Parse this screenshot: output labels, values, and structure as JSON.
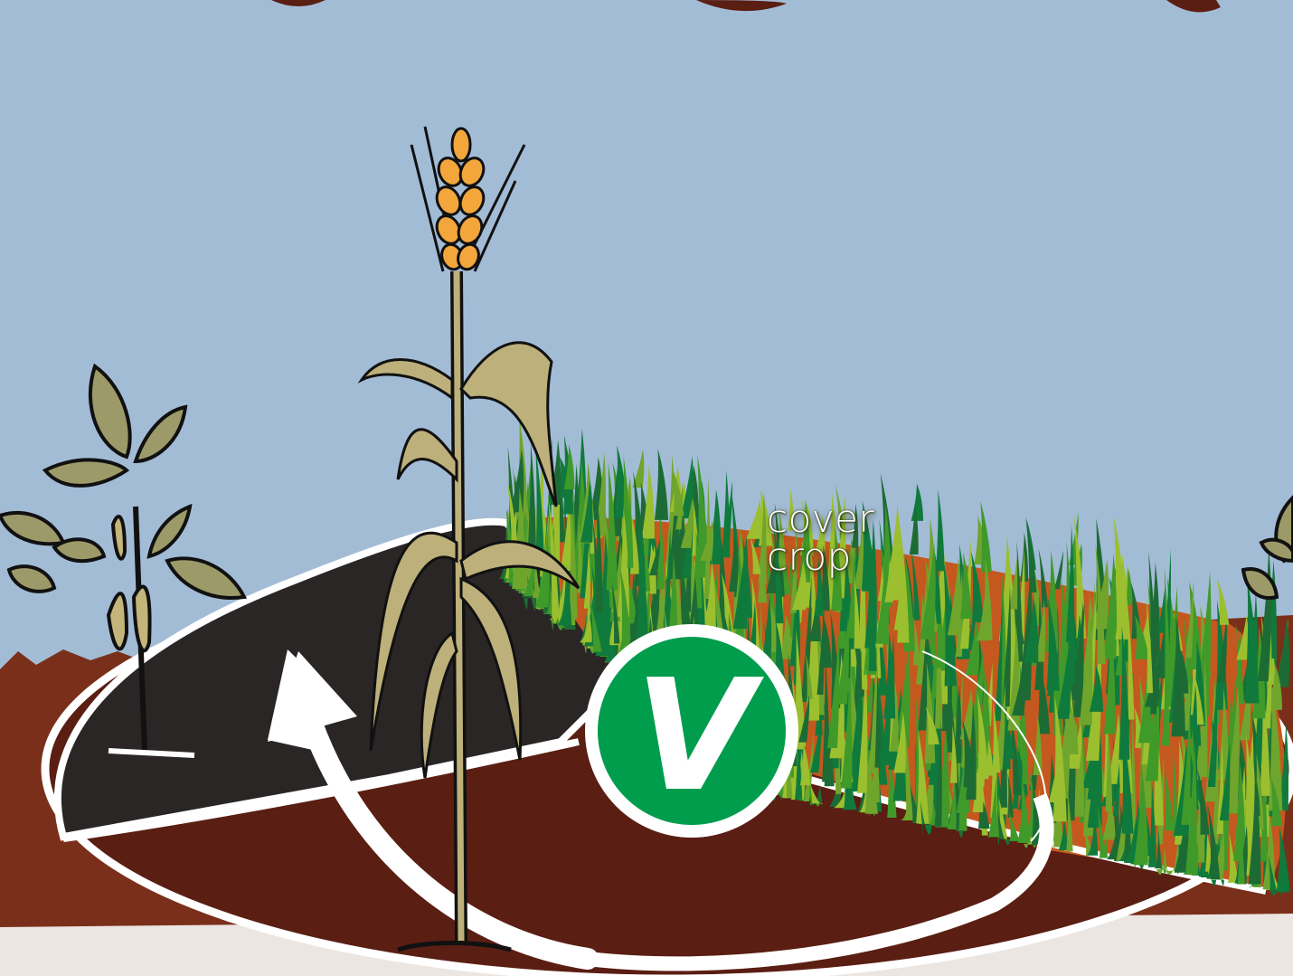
{
  "label": {
    "line1": "cover",
    "line2": "crop"
  },
  "badge": {
    "symbol": "V"
  },
  "colors": {
    "sky": "#a3bcd6",
    "soil_light": "#7a2f1a",
    "soil_dark": "#5a1e13",
    "tilled_field": "#2a2626",
    "badge_green": "#009d4d",
    "grass_dark": "#0f7a3c",
    "grass_mid": "#3f9a2a",
    "grass_light": "#9bbf2e",
    "plant_tan": "#bdb07a",
    "wheat_head": "#f2a63c",
    "leaf_olive": "#9c9a68"
  },
  "icons": [
    "wheat-plant-icon",
    "soybean-plant-icon",
    "cycle-arrow-icon",
    "check-badge-icon"
  ]
}
